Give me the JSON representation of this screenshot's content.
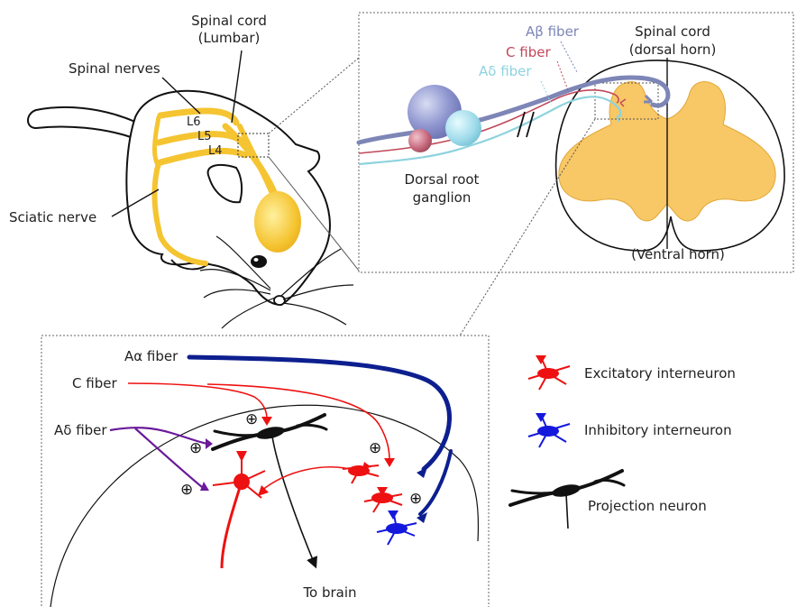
{
  "mouse_panel": {
    "spinal_cord_label_1": "Spinal cord",
    "spinal_cord_label_2": "(Lumbar)",
    "spinal_nerves_label": "Spinal nerves",
    "sciatic_nerve_label": "Sciatic nerve",
    "level_labels": [
      "L6",
      "L5",
      "L4"
    ]
  },
  "section_panel": {
    "fiber_labels": {
      "abeta": "Aβ fiber",
      "c": "C fiber",
      "adelta": "Aδ fiber"
    },
    "spinal_cord_label_1": "Spinal cord",
    "spinal_cord_label_2": "(dorsal horn)",
    "drg_label_1": "Dorsal root",
    "drg_label_2": "ganglion",
    "ventral_horn_label": "(Ventral horn)"
  },
  "circuit_panel": {
    "fiber_labels": {
      "aalpha": "Aα fiber",
      "c": "C fiber",
      "adelta": "Aδ fiber"
    },
    "to_brain_label": "To brain",
    "excitatory_symbol": "⊕"
  },
  "legend": {
    "excitatory": "Excitatory interneuron",
    "inhibitory": "Inhibitory interneuron",
    "projection": "Projection neuron"
  },
  "colors": {
    "nerve_yellow": "#f5c431",
    "gray_matter": "#f8c766",
    "abeta_fiber": "#7d86b6",
    "c_fiber": "#c0485a",
    "adelta_fiber": "#8ed3de",
    "aalpha_fiber": "#0d1f8f",
    "excitatory": "#ee1111",
    "inhibitory": "#1418dd",
    "adelta_circuit": "#6a1a9a",
    "projection": "#111111"
  }
}
